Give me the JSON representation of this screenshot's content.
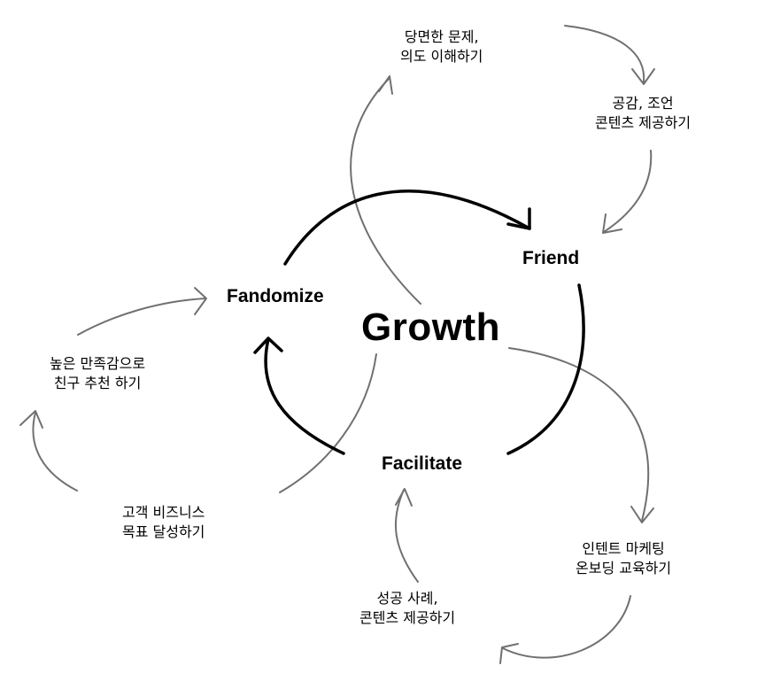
{
  "center": {
    "title": "Growth"
  },
  "stages": {
    "fandomize": "Fandomize",
    "friend": "Friend",
    "facilitate": "Facilitate"
  },
  "actions": {
    "understand_problem": {
      "line1": "당면한 문제,",
      "line2": "의도 이해하기"
    },
    "empathy_advice": {
      "line1": "공감, 조언",
      "line2": "콘텐츠 제공하기"
    },
    "inbound_marketing": {
      "line1": "인텐트 마케팅",
      "line2": "온보딩 교육하기"
    },
    "success_cases": {
      "line1": "성공 사례,",
      "line2": "콘텐츠 제공하기"
    },
    "customer_goal": {
      "line1": "고객 비즈니스",
      "line2": "목표 달성하기"
    },
    "high_satisfaction": {
      "line1": "높은 만족감으로",
      "line2": "친구 추천 하기"
    }
  },
  "colors": {
    "main_cycle": "#000000",
    "sub_cycle": "#707070",
    "text": "#000000",
    "background": "#ffffff"
  }
}
